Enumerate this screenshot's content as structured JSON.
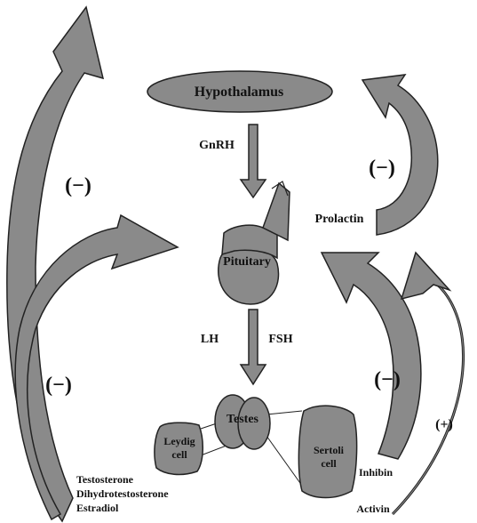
{
  "diagram": {
    "colors": {
      "fill": "#8a8a8a",
      "stroke": "#222222",
      "background": "#ffffff"
    },
    "nodes": {
      "hypothalamus": "Hypothalamus",
      "pituitary": "Pituitary",
      "testes": "Testes",
      "leydig_line1": "Leydig",
      "leydig_line2": "cell",
      "sertoli_line1": "Sertoli",
      "sertoli_line2": "cell"
    },
    "hormones": {
      "gnrh": "GnRH",
      "lh": "LH",
      "fsh": "FSH",
      "prolactin": "Prolactin",
      "inhibin": "Inhibin",
      "activin": "Activin",
      "steroid_1": "Testosterone",
      "steroid_2": "Dihydrotestosterone",
      "steroid_3": "Estradiol"
    },
    "feedback_signs": {
      "steroid_hypothalamus": "(−)",
      "steroid_pituitary": "(−)",
      "prolactin_hypothalamus": "(−)",
      "inhibin_pituitary": "(−)",
      "activin_pituitary": "(+)"
    }
  }
}
